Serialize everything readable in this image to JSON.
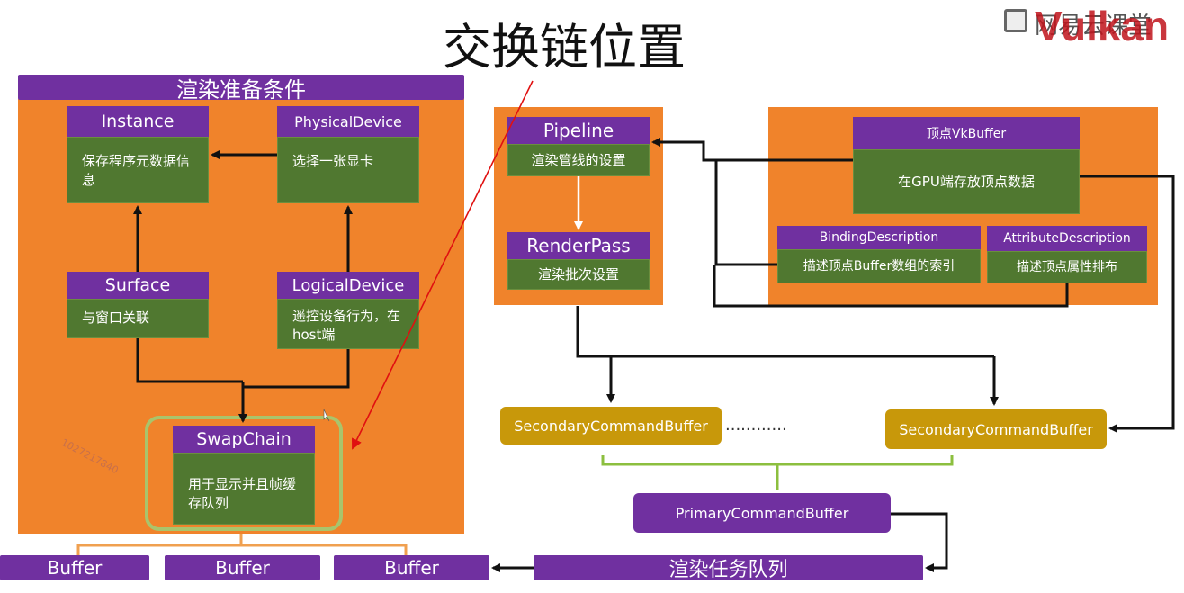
{
  "title": "交换链位置",
  "logo_text": "网易云课堂",
  "logo_brand": "Vulkan",
  "watermark": "1027217840",
  "dots": "............",
  "left_panel": {
    "header": "渲染准备条件",
    "instance": {
      "title": "Instance",
      "body": "保存程序元数据信息"
    },
    "physical_device": {
      "title": "PhysicalDevice",
      "body": "选择一张显卡"
    },
    "surface": {
      "title": "Surface",
      "body": "与窗口关联"
    },
    "logical_device": {
      "title": "LogicalDevice",
      "body": "遥控设备行为，在host端"
    },
    "swapchain": {
      "title": "SwapChain",
      "body": "用于显示并且帧缓存队列"
    }
  },
  "pipeline_panel": {
    "pipeline": {
      "title": "Pipeline",
      "body": "渲染管线的设置"
    },
    "renderpass": {
      "title": "RenderPass",
      "body": "渲染批次设置"
    }
  },
  "vertex_panel": {
    "vkbuffer": {
      "title": "顶点VkBuffer",
      "body": "在GPU端存放顶点数据"
    },
    "binding": {
      "title": "BindingDescription",
      "body": "描述顶点Buffer数组的索引"
    },
    "attribute": {
      "title": "AttributeDescription",
      "body": "描述顶点属性排布"
    }
  },
  "secondary_1": "SecondaryCommandBuffer",
  "secondary_2": "SecondaryCommandBuffer",
  "primary": "PrimaryCommandBuffer",
  "render_queue": "渲染任务队列",
  "buffers": [
    "Buffer",
    "Buffer",
    "Buffer"
  ],
  "colors": {
    "panel": "#f0832b",
    "header": "#7030a0",
    "node_body": "#507830",
    "gold": "#c8980a",
    "annotation": "#e01010",
    "highlight": "#a9c46c"
  }
}
